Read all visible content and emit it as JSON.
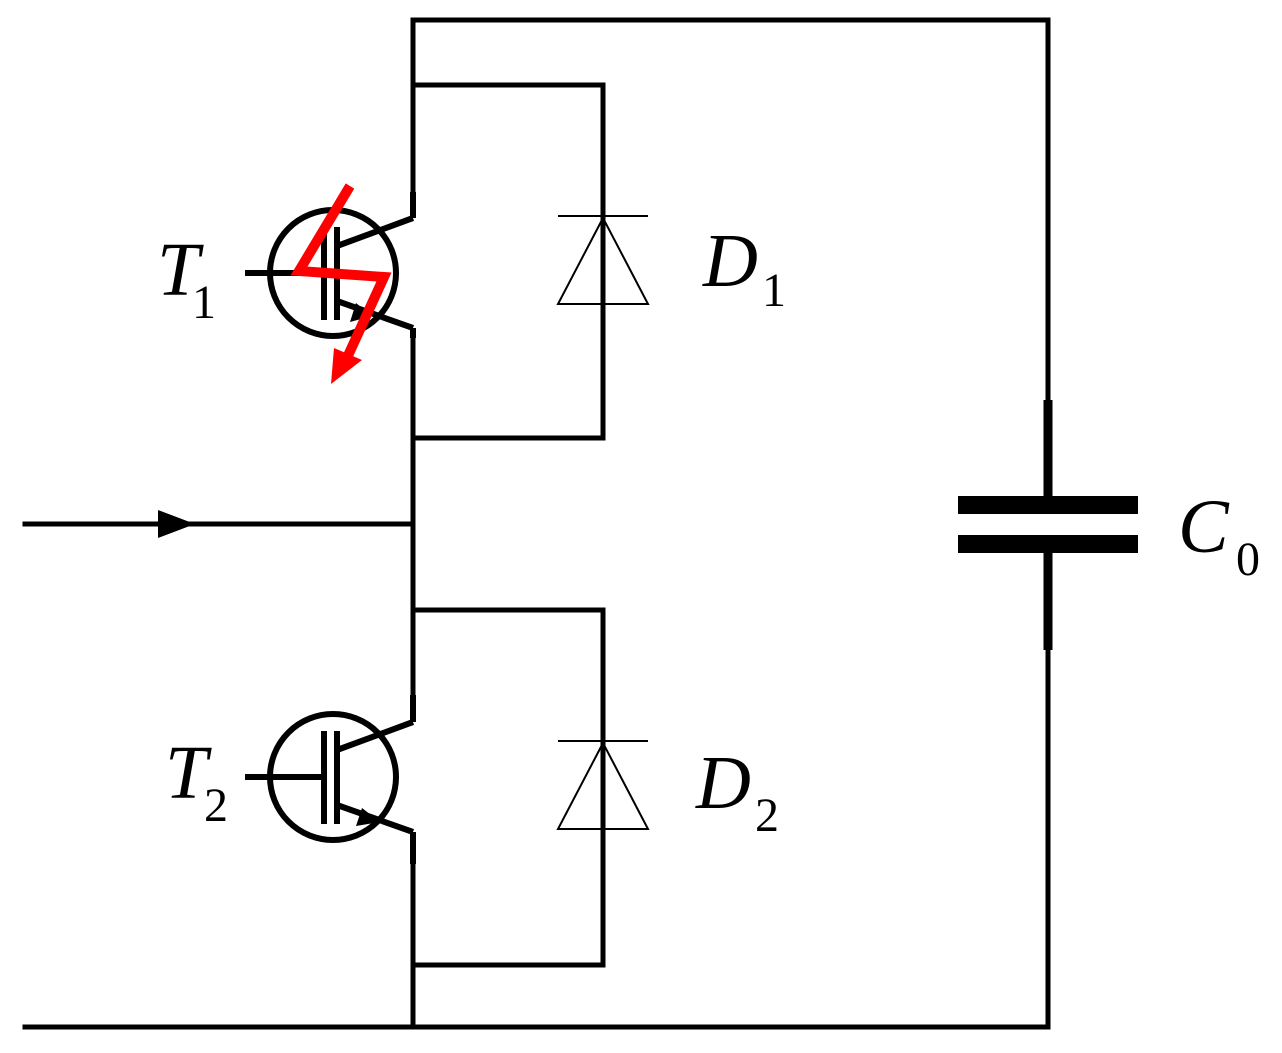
{
  "components": {
    "t1": {
      "letter": "T",
      "sub": "1",
      "fault_marked": true
    },
    "t2": {
      "letter": "T",
      "sub": "2",
      "fault_marked": false
    },
    "d1": {
      "letter": "D",
      "sub": "1"
    },
    "d2": {
      "letter": "D",
      "sub": "2"
    },
    "c0": {
      "letter": "C",
      "sub": "0"
    }
  },
  "colors": {
    "wire": "#000000",
    "fault": "#ff0000",
    "background": "#ffffff"
  }
}
